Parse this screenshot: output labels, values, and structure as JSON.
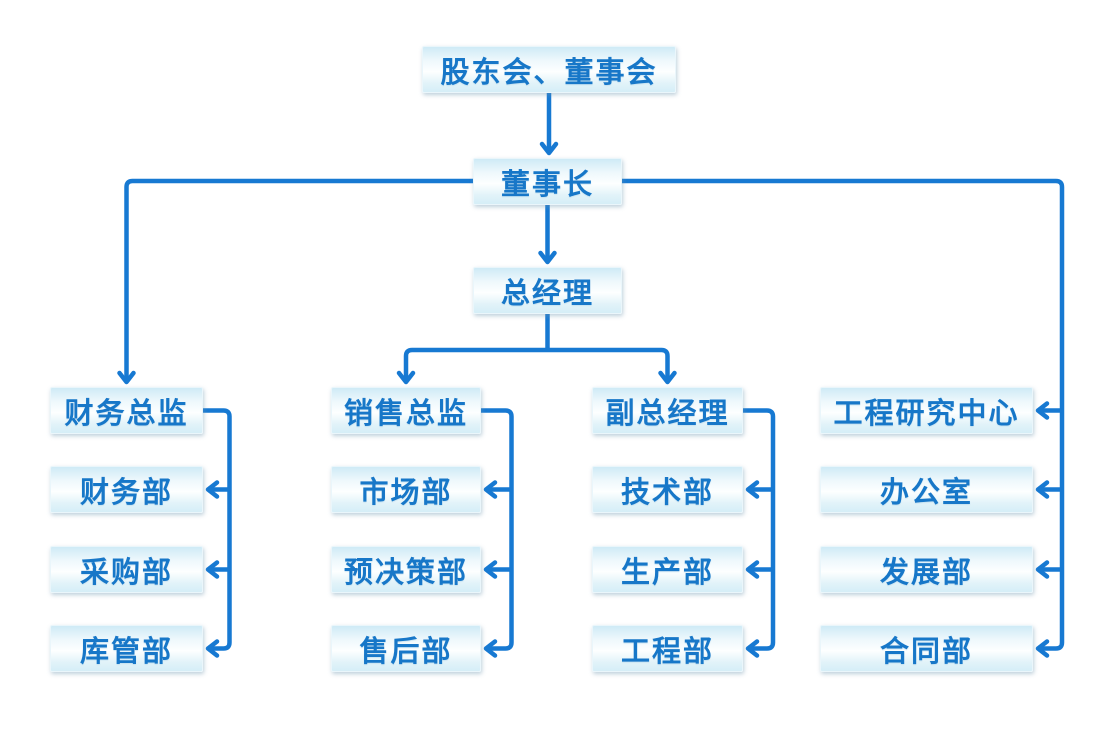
{
  "diagram": {
    "type": "org-chart",
    "root": "股东会、董事会",
    "chairman": "董事长",
    "general_manager": "总经理",
    "columns": [
      {
        "head": "财务总监",
        "depts": [
          "财务部",
          "采购部",
          "库管部"
        ]
      },
      {
        "head": "销售总监",
        "depts": [
          "市场部",
          "预决策部",
          "售后部"
        ]
      },
      {
        "head": "副总经理",
        "depts": [
          "技术部",
          "生产部",
          "工程部"
        ]
      },
      {
        "head": "工程研究中心",
        "depts": [
          "办公室",
          "发展部",
          "合同部"
        ]
      }
    ]
  },
  "colors": {
    "connector_blue": "#1779D2",
    "node_text_blue": "#1777C8",
    "node_fill_top": "#cfeaf6",
    "node_fill_middle": "#fdffff",
    "node_fill_bottom": "#d5eef7",
    "background": "#ffffff"
  }
}
